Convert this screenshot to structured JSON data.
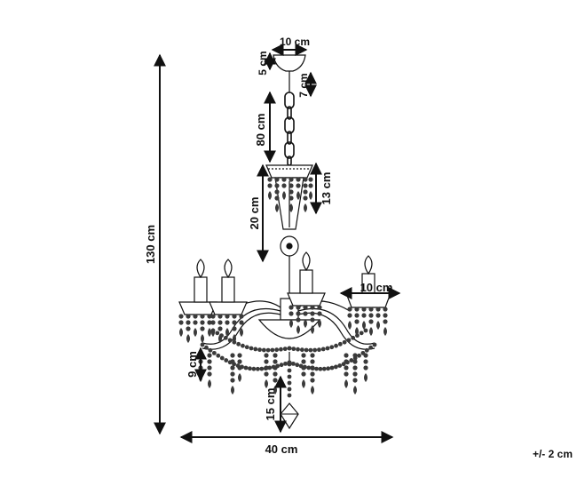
{
  "labels": {
    "total_height": "130 cm",
    "canopy_width": "10 cm",
    "canopy_height": "5 cm",
    "rod_length": "7 cm",
    "chain_length": "80 cm",
    "crown_height": "13 cm",
    "stem_height": "20 cm",
    "cup_width": "10 cm",
    "drop_height": "9 cm",
    "pendant_height": "15 cm",
    "total_width": "40 cm",
    "tolerance": "+/- 2 cm"
  },
  "colors": {
    "line": "#111111",
    "crystal": "#3a3a3a",
    "background": "#ffffff"
  }
}
